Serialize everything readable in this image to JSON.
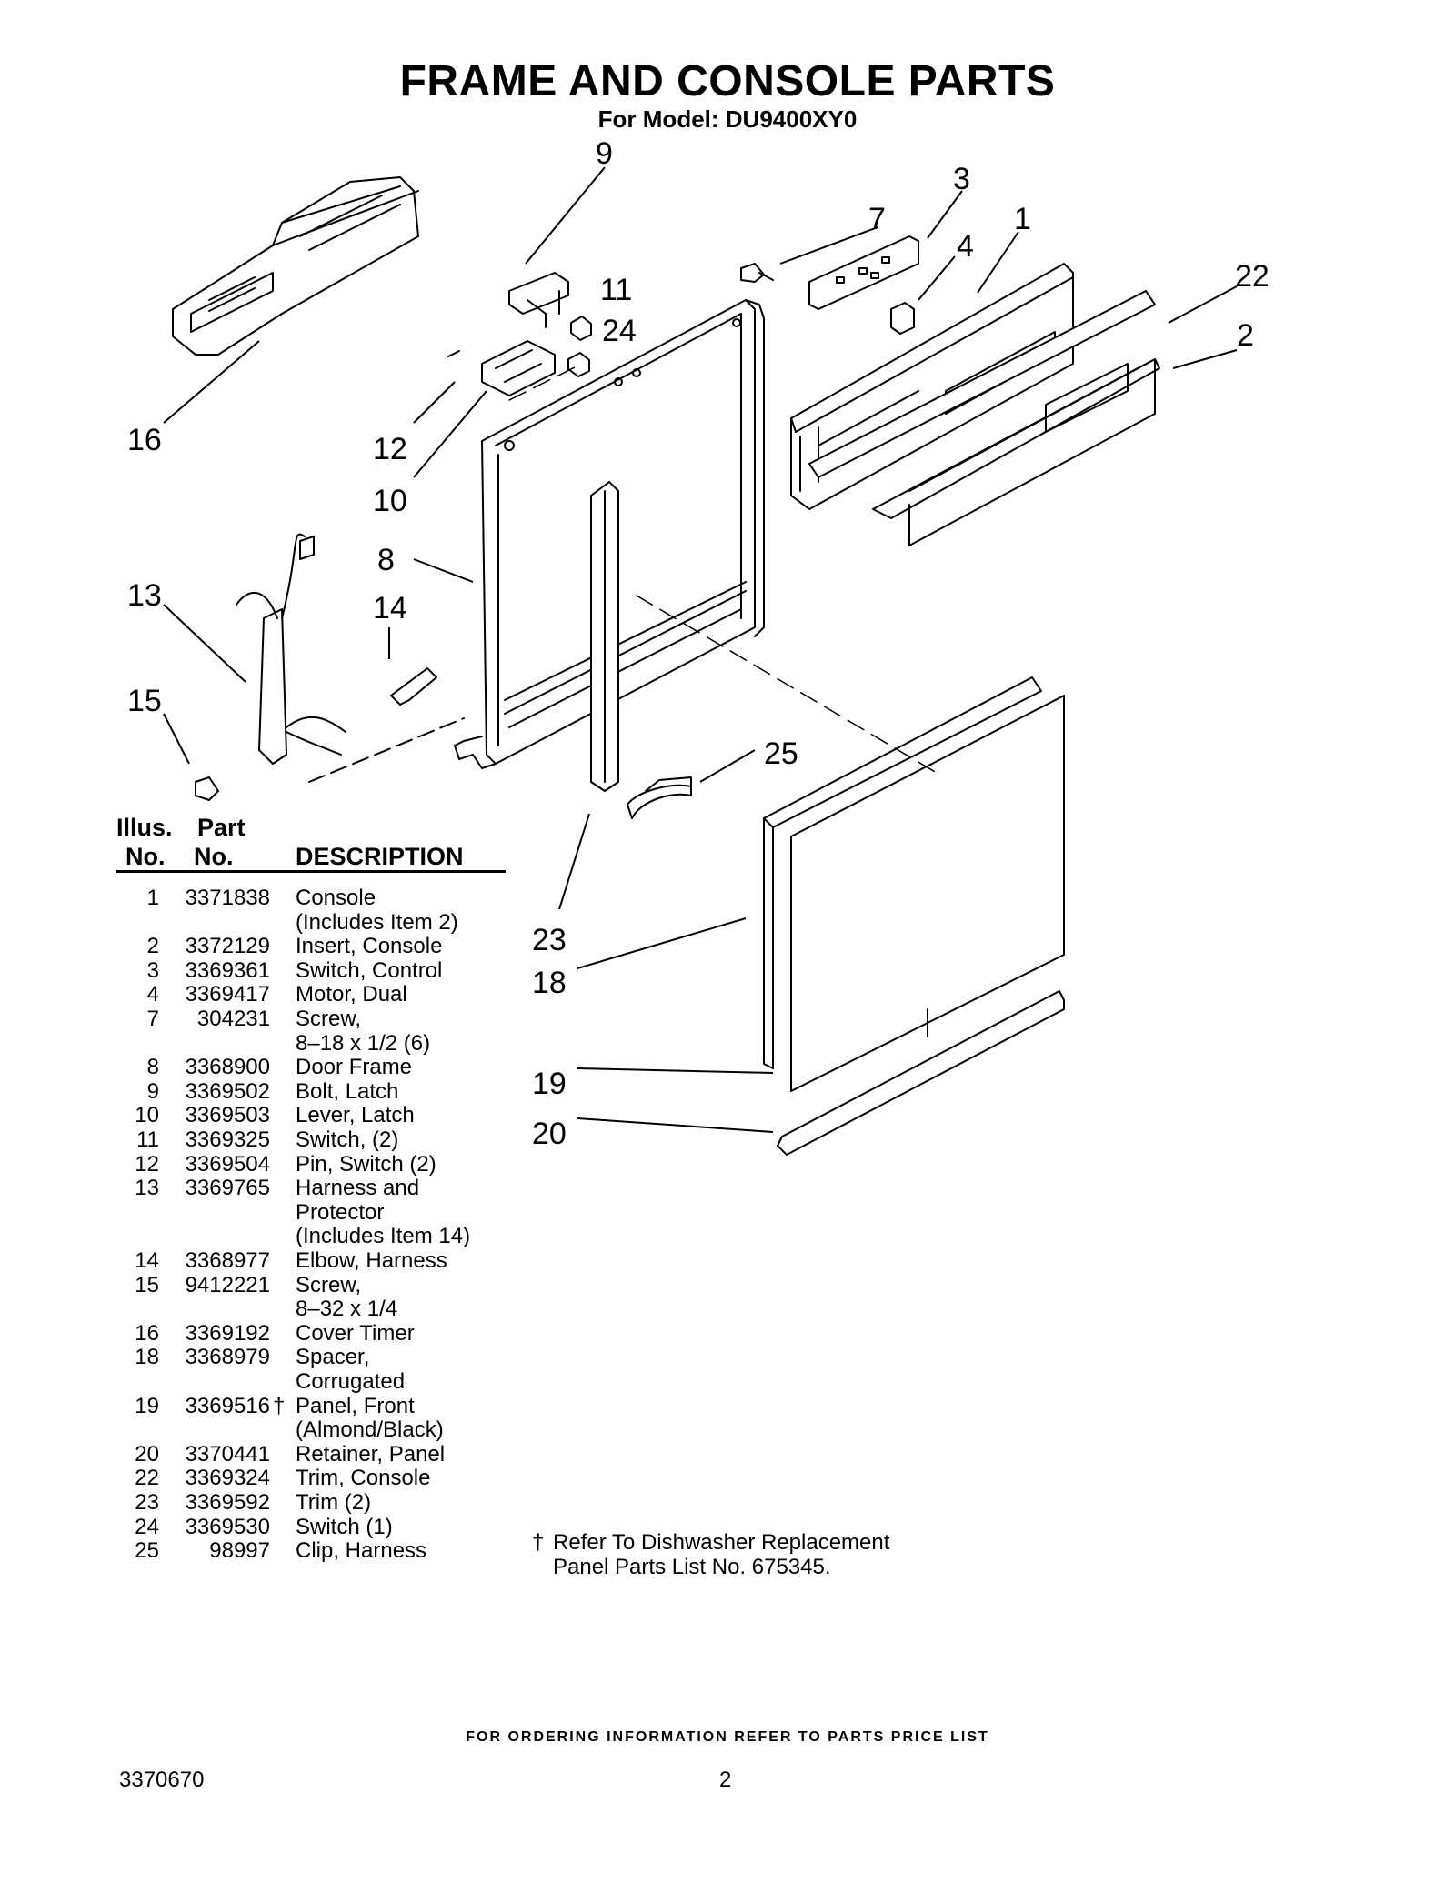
{
  "header": {
    "title": "FRAME AND CONSOLE PARTS",
    "subtitle": "For Model: DU9400XY0"
  },
  "diagram": {
    "callouts": [
      "1",
      "2",
      "3",
      "4",
      "7",
      "8",
      "9",
      "10",
      "11",
      "12",
      "13",
      "14",
      "15",
      "16",
      "18",
      "19",
      "20",
      "22",
      "23",
      "24",
      "25"
    ]
  },
  "table": {
    "headers": {
      "illus_top": "Illus.",
      "illus_bottom": "No.",
      "part_top": "Part",
      "part_bottom": "No.",
      "description": "DESCRIPTION"
    },
    "rows": [
      {
        "no": "1",
        "part": "3371838",
        "mark": "",
        "desc": [
          "Console",
          "(Includes Item 2)"
        ]
      },
      {
        "no": "2",
        "part": "3372129",
        "mark": "",
        "desc": [
          "Insert, Console"
        ]
      },
      {
        "no": "3",
        "part": "3369361",
        "mark": "",
        "desc": [
          "Switch, Control"
        ]
      },
      {
        "no": "4",
        "part": "3369417",
        "mark": "",
        "desc": [
          "Motor, Dual"
        ]
      },
      {
        "no": "7",
        "part": "304231",
        "mark": "",
        "desc": [
          "Screw,",
          "8–18 x 1/2 (6)"
        ]
      },
      {
        "no": "8",
        "part": "3368900",
        "mark": "",
        "desc": [
          "Door Frame"
        ]
      },
      {
        "no": "9",
        "part": "3369502",
        "mark": "",
        "desc": [
          "Bolt, Latch"
        ]
      },
      {
        "no": "10",
        "part": "3369503",
        "mark": "",
        "desc": [
          "Lever, Latch"
        ]
      },
      {
        "no": "11",
        "part": "3369325",
        "mark": "",
        "desc": [
          "Switch, (2)"
        ]
      },
      {
        "no": "12",
        "part": "3369504",
        "mark": "",
        "desc": [
          "Pin, Switch (2)"
        ]
      },
      {
        "no": "13",
        "part": "3369765",
        "mark": "",
        "desc": [
          "Harness and",
          "Protector",
          "(Includes Item 14)"
        ]
      },
      {
        "no": "14",
        "part": "3368977",
        "mark": "",
        "desc": [
          "Elbow, Harness"
        ]
      },
      {
        "no": "15",
        "part": "9412221",
        "mark": "",
        "desc": [
          "Screw,",
          "8–32 x 1/4"
        ]
      },
      {
        "no": "16",
        "part": "3369192",
        "mark": "",
        "desc": [
          "Cover Timer"
        ]
      },
      {
        "no": "18",
        "part": "3368979",
        "mark": "",
        "desc": [
          "Spacer,",
          "Corrugated"
        ]
      },
      {
        "no": "19",
        "part": "3369516",
        "mark": "†",
        "desc": [
          "Panel, Front",
          "(Almond/Black)"
        ]
      },
      {
        "no": "20",
        "part": "3370441",
        "mark": "",
        "desc": [
          "Retainer, Panel"
        ]
      },
      {
        "no": "22",
        "part": "3369324",
        "mark": "",
        "desc": [
          "Trim, Console"
        ]
      },
      {
        "no": "23",
        "part": "3369592",
        "mark": "",
        "desc": [
          "Trim (2)"
        ]
      },
      {
        "no": "24",
        "part": "3369530",
        "mark": "",
        "desc": [
          "Switch (1)"
        ]
      },
      {
        "no": "25",
        "part": "98997",
        "mark": "",
        "desc": [
          "Clip, Harness"
        ]
      }
    ]
  },
  "footnote": {
    "symbol": "†",
    "lines": [
      "Refer To Dishwasher Replacement",
      "Panel Parts List No. 675345."
    ]
  },
  "footer": {
    "ordering": "FOR ORDERING INFORMATION REFER TO PARTS PRICE LIST",
    "doc_number": "3370670",
    "page_number": "2"
  }
}
